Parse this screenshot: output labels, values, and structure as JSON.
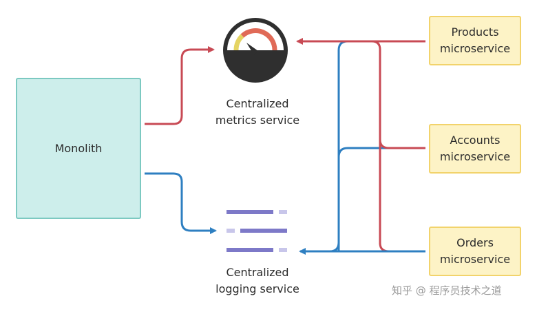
{
  "monolith": {
    "label": "Monolith"
  },
  "services": [
    {
      "label": "Products\nmicroservice"
    },
    {
      "label": "Accounts\nmicroservice"
    },
    {
      "label": "Orders\nmicroservice"
    }
  ],
  "metrics": {
    "label": "Centralized\nmetrics service",
    "icon": "gauge-icon"
  },
  "logging": {
    "label": "Centralized\nlogging service",
    "icon": "log-lines-icon"
  },
  "watermark": {
    "text": "知乎 @ 程序员技术之道"
  },
  "colors": {
    "metrics_line": "#c84a54",
    "logging_line": "#2e7fc1",
    "monolith_fill": "#cdeeeb",
    "monolith_border": "#7cc9c1",
    "service_fill": "#fdf3c6",
    "service_border": "#f2d36b",
    "log_bar": "#7d79c8",
    "log_bar_light": "#c8c6ea"
  }
}
